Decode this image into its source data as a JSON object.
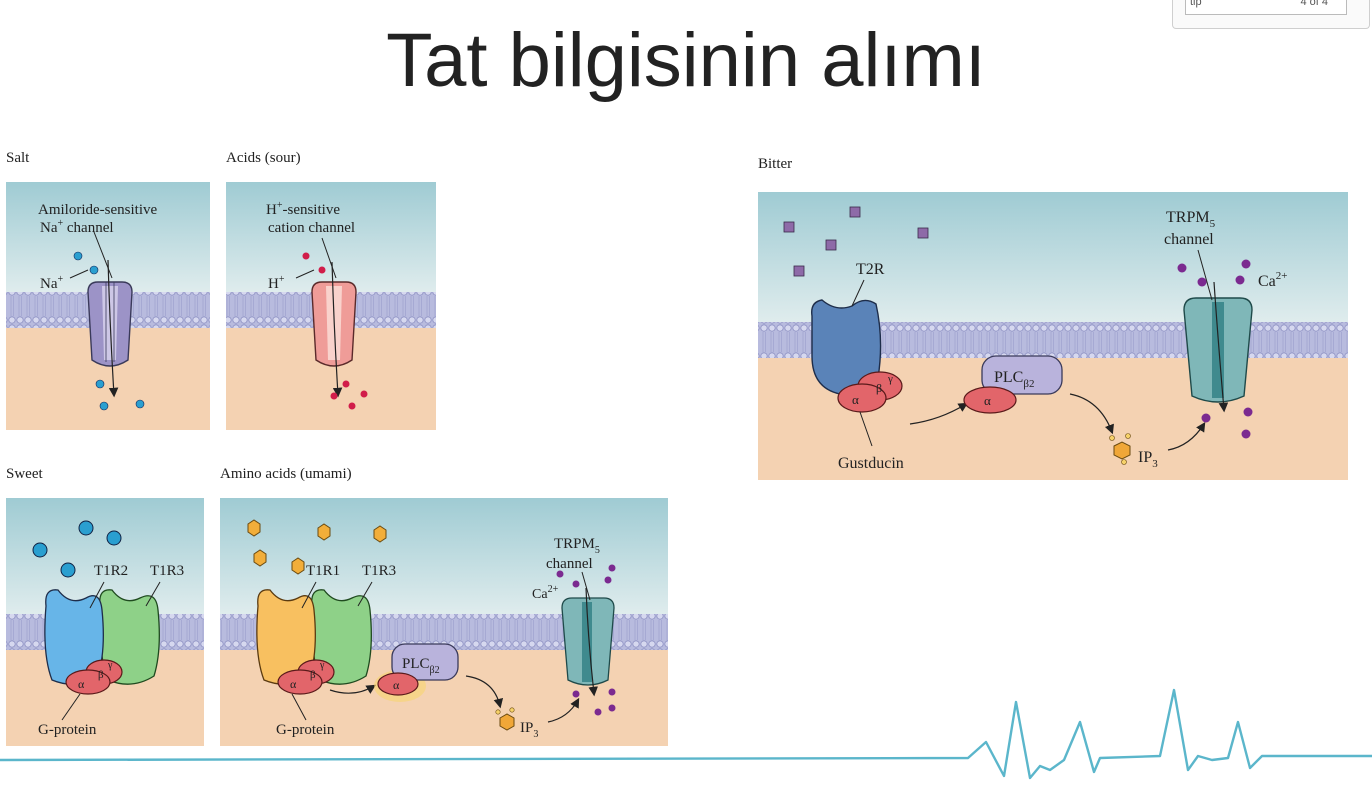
{
  "header": {
    "corner_left": "tip",
    "corner_right": "4 of 4"
  },
  "title": "Tat bilgisinin alımı",
  "panels": {
    "salt": {
      "heading": "Salt",
      "label1": "Amiloride-sensitive",
      "label2a": "Na",
      "label2b": "+",
      "label2c": " channel",
      "ion": "Na",
      "ion_sup": "+"
    },
    "sour": {
      "heading": "Acids (sour)",
      "label1a": "H",
      "label1b": "+",
      "label1c": "-sensitive",
      "label2": "cation channel",
      "ion": "H",
      "ion_sup": "+"
    },
    "bitter": {
      "heading": "Bitter",
      "receptor": "T2R",
      "channel1": "TRPM",
      "channel1_sub": "5",
      "channel2": "channel",
      "ion": "Ca",
      "ion_sup": "2+",
      "plc": "PLC",
      "plc_sub": "β2",
      "alpha": "α",
      "beta": "β",
      "gamma": "γ",
      "gprotein": "Gustducin",
      "ip": "IP",
      "ip_sub": "3"
    },
    "sweet": {
      "heading": "Sweet",
      "r1": "T1R2",
      "r2": "T1R3",
      "gprotein": "G-protein",
      "alpha": "α",
      "beta": "β",
      "gamma": "γ"
    },
    "umami": {
      "heading": "Amino acids (umami)",
      "r1": "T1R1",
      "r2": "T1R3",
      "channel1": "TRPM",
      "channel1_sub": "5",
      "channel2": "channel",
      "ion": "Ca",
      "ion_sup": "2+",
      "plc": "PLC",
      "plc_sub": "β2",
      "alpha": "α",
      "beta": "β",
      "gamma": "γ",
      "gprotein": "G-protein",
      "ip": "IP",
      "ip_sub": "3"
    }
  },
  "colors": {
    "extracellular": "#a9d0d6",
    "intracellular": "#f4d2b2",
    "membrane": "#b4b7dc",
    "gprotein": "#e2656a",
    "accent_line": "#5bb6cb"
  }
}
